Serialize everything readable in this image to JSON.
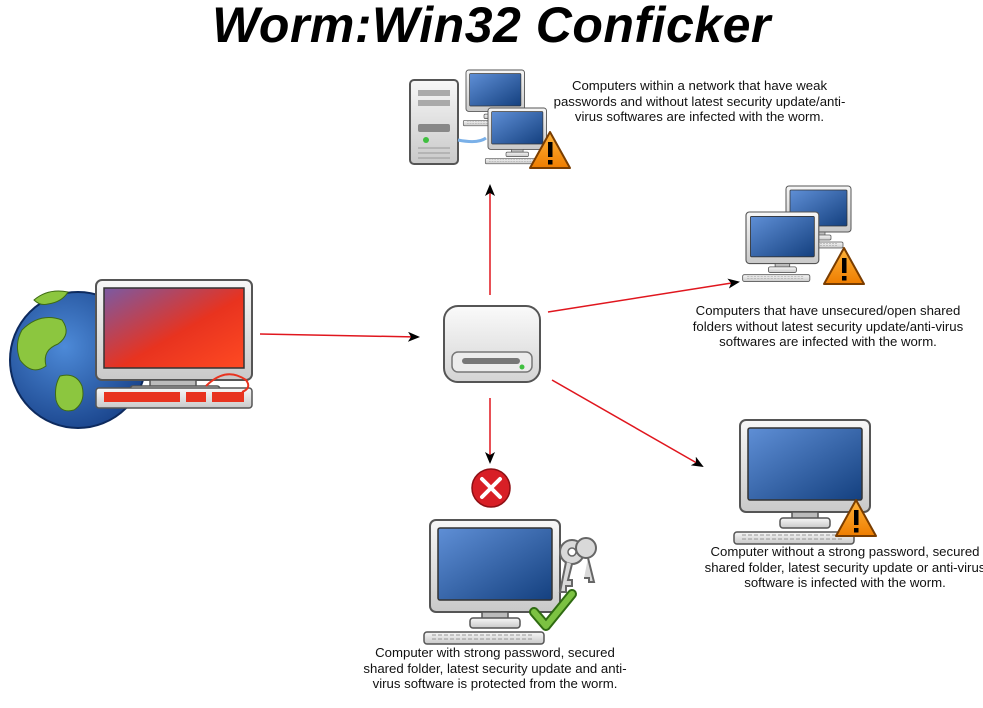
{
  "title": "Worm:Win32 Conficker",
  "captions": {
    "network": "Computers within a network that have weak passwords and without latest security update/anti-virus softwares are infected with the worm.",
    "shared": "Computers that have unsecured/open shared folders without latest security update/anti-virus softwares are infected with the worm.",
    "weak": "Computer without a strong password, secured shared folder, latest security update or anti-virus software is infected with the worm.",
    "protected": "Computer with strong password, secured shared folder, latest security update and anti-virus software is protected from the worm."
  },
  "colors": {
    "arrow": "#e0161e",
    "arrowhead": "#000000",
    "screen_blue": "#1f4f9a",
    "infected_screen": "#e8331f",
    "warning": "#f28e0c",
    "blocked": "#d81f26",
    "check": "#5aa02c"
  },
  "icons": {
    "source": "infected-computer-with-globe-icon",
    "hub": "removable-drive-icon",
    "network": "server-and-network-computers-icon",
    "shared": "two-networked-computers-icon",
    "weak": "single-computer-icon",
    "protected": "secured-computer-with-keys-icon",
    "warning": "warning-triangle-icon",
    "blocked": "blocked-x-icon",
    "check": "check-mark-icon"
  }
}
